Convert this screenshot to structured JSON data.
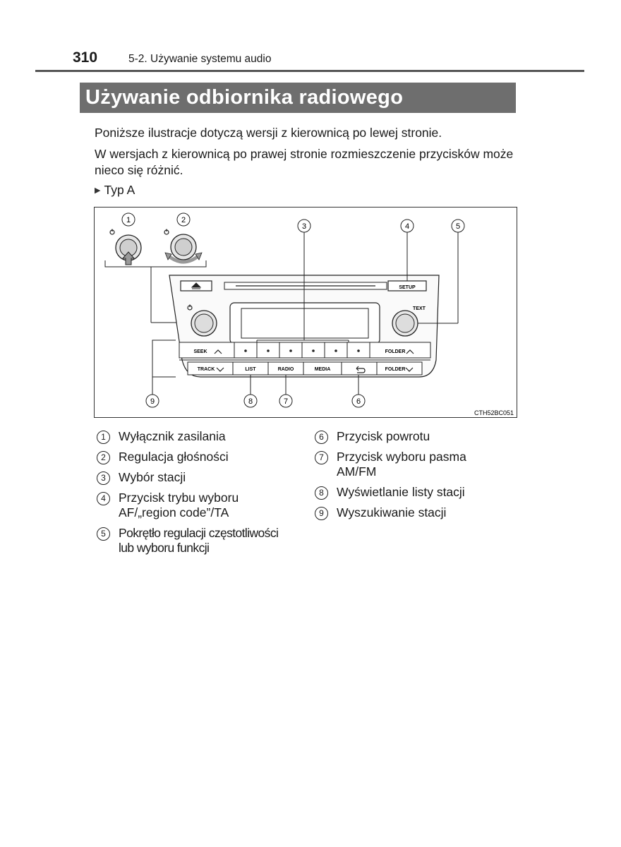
{
  "header": {
    "page_number": "310",
    "section": "5-2. Używanie systemu audio"
  },
  "title": "Używanie odbiornika radiowego",
  "intro": {
    "p1": "Poniższe ilustracje dotyczą wersji z kierownicą po lewej stronie.",
    "p2": "W wersjach z kierownicą po prawej stronie rozmieszczenie przycisków może nieco się różnić."
  },
  "type_label": "Typ A",
  "diagram": {
    "code": "CTH52BC051",
    "buttons": {
      "setup": "SETUP",
      "text": "TEXT",
      "seek": "SEEK",
      "track": "TRACK",
      "folder_up": "FOLDER",
      "folder_down": "FOLDER",
      "list": "LIST",
      "radio": "RADIO",
      "media": "MEDIA"
    },
    "callouts": [
      "1",
      "2",
      "3",
      "4",
      "5",
      "6",
      "7",
      "8",
      "9"
    ]
  },
  "legend_left": [
    {
      "num": "1",
      "text": "Wyłącznik zasilania"
    },
    {
      "num": "2",
      "text": "Regulacja głośności"
    },
    {
      "num": "3",
      "text": "Wybór stacji"
    },
    {
      "num": "4",
      "text": "Przycisk trybu wyboru\nAF/„region code”/TA"
    },
    {
      "num": "5",
      "text": "Pokrętło regulacji częstotliwości\nlub wyboru funkcji"
    }
  ],
  "legend_right": [
    {
      "num": "6",
      "text": "Przycisk powrotu"
    },
    {
      "num": "7",
      "text": "Przycisk wyboru pasma\nAM/FM"
    },
    {
      "num": "8",
      "text": "Wyświetlanie listy stacji"
    },
    {
      "num": "9",
      "text": "Wyszukiwanie stacji"
    }
  ]
}
